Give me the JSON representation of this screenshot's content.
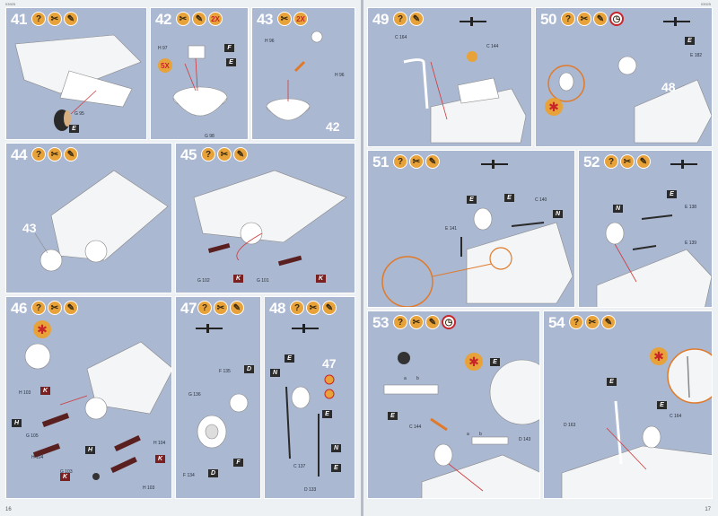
{
  "pages": {
    "left_number": "16",
    "right_number": "17",
    "left_code": "03925",
    "right_code": "03925"
  },
  "steps": [
    {
      "num": "41",
      "icons": [
        "?",
        "✂",
        "✎"
      ],
      "parts": [
        "G 95",
        "E"
      ]
    },
    {
      "num": "42",
      "icons": [
        "✂",
        "✎",
        "2X"
      ],
      "qty": "5X",
      "parts": [
        "H 97",
        "F",
        "E",
        "G 98"
      ]
    },
    {
      "num": "43",
      "icons": [
        "✂",
        "2X"
      ],
      "parts": [
        "H 96",
        "H 96"
      ],
      "ref": "42"
    },
    {
      "num": "44",
      "icons": [
        "?",
        "✂",
        "✎"
      ],
      "ref": "43"
    },
    {
      "num": "45",
      "icons": [
        "?",
        "✂",
        "✎"
      ],
      "parts": [
        "G 102",
        "K",
        "G 101",
        "K"
      ]
    },
    {
      "num": "46",
      "icons": [
        "?",
        "✂",
        "✎"
      ],
      "parts": [
        "H 103",
        "K",
        "H",
        "G 105",
        "H 104",
        "G 103",
        "H",
        "H 104",
        "K",
        "H 103",
        "K"
      ]
    },
    {
      "num": "47",
      "icons": [
        "?",
        "✂",
        "✎"
      ],
      "parts": [
        "G 136",
        "F 135",
        "D",
        "F 134",
        "D",
        "F"
      ]
    },
    {
      "num": "48",
      "icons": [
        "?",
        "✂",
        "✎"
      ],
      "ref": "47",
      "parts": [
        "E",
        "N",
        "E",
        "C 137",
        "D 133",
        "N",
        "E"
      ]
    },
    {
      "num": "49",
      "icons": [
        "?",
        "✎"
      ],
      "parts": [
        "C 164",
        "C 144"
      ]
    },
    {
      "num": "50",
      "icons": [
        "?",
        "✂",
        "✎",
        "◷"
      ],
      "ref": "48",
      "parts": [
        "E",
        "E 182"
      ]
    },
    {
      "num": "51",
      "icons": [
        "?",
        "✂",
        "✎"
      ],
      "parts": [
        "E",
        "E 141",
        "E",
        "C 140",
        "N"
      ]
    },
    {
      "num": "52",
      "icons": [
        "?",
        "✂",
        "✎"
      ],
      "parts": [
        "E",
        "N",
        "E 138",
        "E 139"
      ]
    },
    {
      "num": "53",
      "icons": [
        "?",
        "✂",
        "✎",
        "◷"
      ],
      "parts": [
        "b",
        "a",
        "E",
        "C 144",
        "E",
        "a",
        "b",
        "D 143"
      ]
    },
    {
      "num": "54",
      "icons": [
        "?",
        "✂",
        "✎"
      ],
      "parts": [
        "E",
        "D 163",
        "E",
        "C 164"
      ]
    }
  ]
}
